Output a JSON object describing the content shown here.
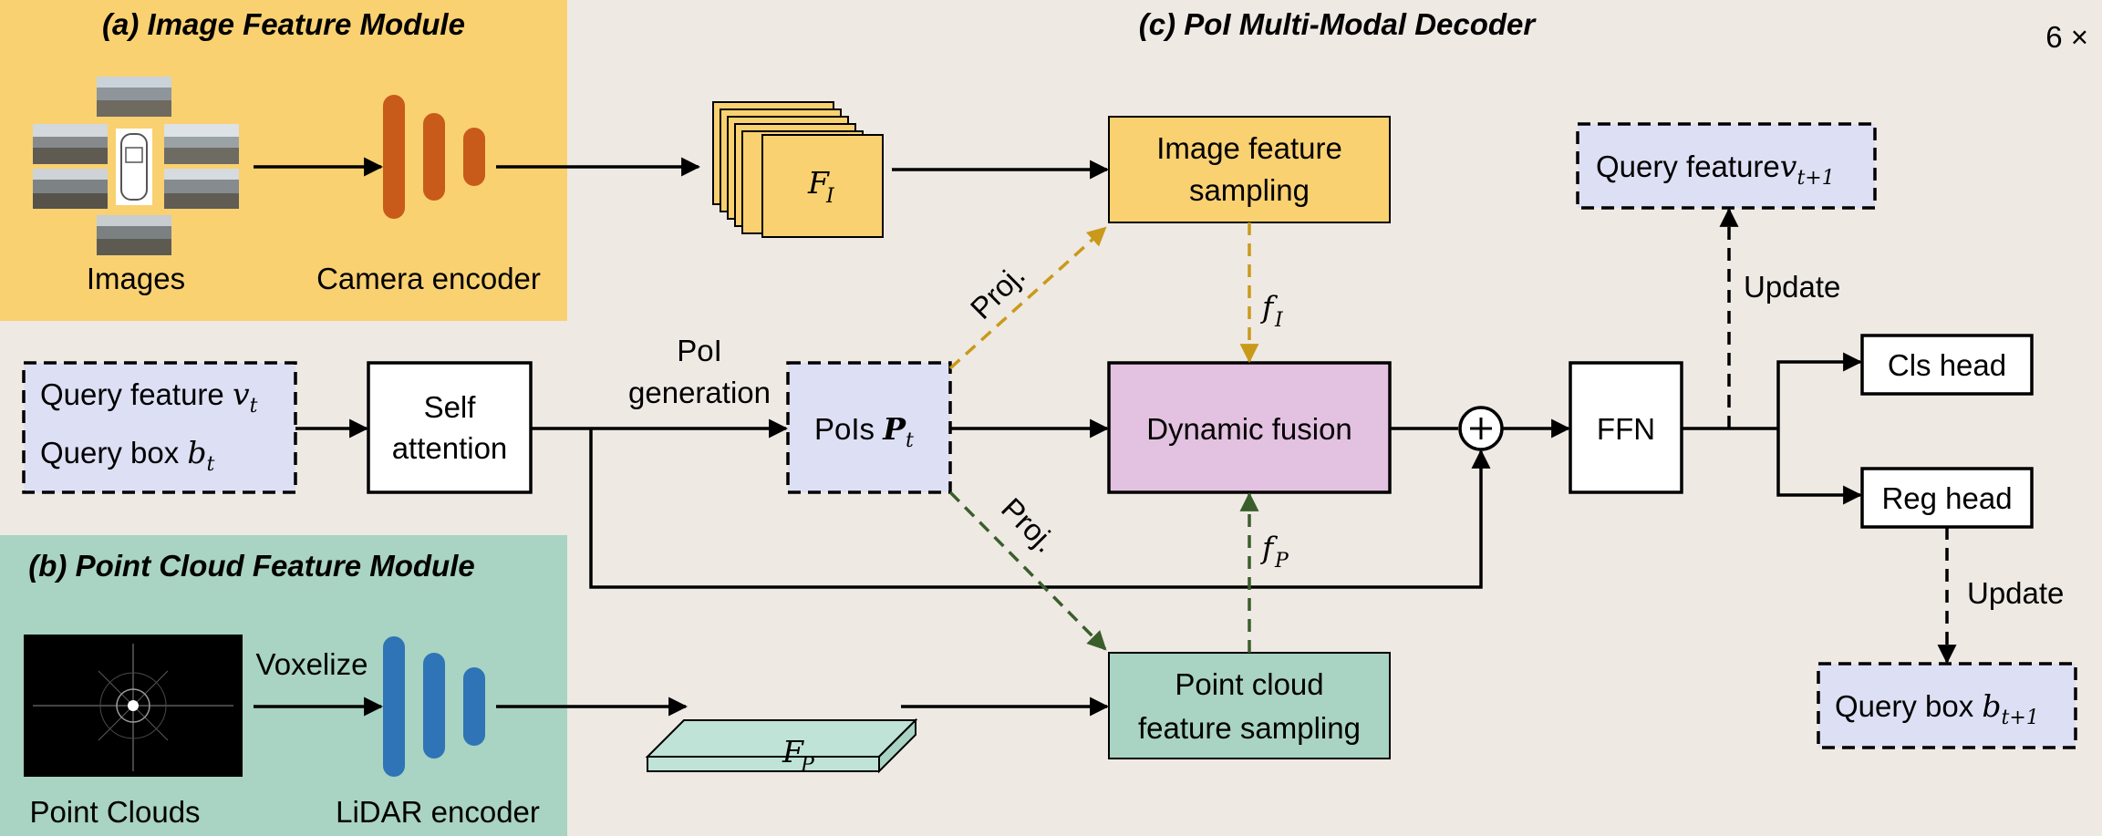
{
  "modules": {
    "image": {
      "title": "(a) Image Feature Module",
      "images_label": "Images",
      "encoder_label": "Camera encoder",
      "bg": "#f9d171",
      "encoder_color": "#c85a1a"
    },
    "pointcloud": {
      "title": "(b) Point Cloud Feature Module",
      "points_label": "Point Clouds",
      "voxelize_label": "Voxelize",
      "encoder_label": "LiDAR encoder",
      "bg": "#a9d3c2",
      "encoder_color": "#2e74b6"
    },
    "decoder": {
      "title": "(c) PoI Multi-Modal Decoder",
      "repeat": "6 ×"
    }
  },
  "features": {
    "image": {
      "symbol": "F",
      "sub": "I"
    },
    "point": {
      "symbol": "F",
      "sub": "P"
    }
  },
  "boxes": {
    "query_in": {
      "line1": "Query feature ",
      "v": "v",
      "v_sub": "t",
      "line2": "Query box  ",
      "b": "b",
      "b_sub": "t"
    },
    "self_attention": {
      "line1": "Self",
      "line2": "attention"
    },
    "pois": {
      "label": "PoIs  ",
      "symbol": "P",
      "sub": "t"
    },
    "image_sampling": {
      "line1": "Image feature",
      "line2": "sampling"
    },
    "point_sampling": {
      "line1": "Point cloud",
      "line2": "feature sampling"
    },
    "dynamic_fusion": {
      "label": "Dynamic fusion"
    },
    "ffn": {
      "label": "FFN"
    },
    "cls_head": {
      "label": "Cls head"
    },
    "reg_head": {
      "label": "Reg head"
    },
    "query_feature_out": {
      "label": "Query feature",
      "v": "v",
      "sub": "t+1"
    },
    "query_box_out": {
      "label": "Query box ",
      "b": "b",
      "sub": "t+1"
    }
  },
  "arrows": {
    "poi_generation": {
      "line1": "PoI",
      "line2": "generation"
    },
    "proj_top": "Proj.",
    "proj_bottom": "Proj.",
    "f_image": {
      "symbol": "f",
      "sub": "I"
    },
    "f_point": {
      "symbol": "f",
      "sub": "P"
    },
    "update_feature": "Update",
    "update_box": "Update"
  },
  "colors": {
    "query_box_fill": "#dde0f4",
    "image_sampling_fill": "#f9d171",
    "point_sampling_fill": "#a9d3c2",
    "dynamic_fusion_fill": "#e3c1e0",
    "image_proj_arrow": "#c99a1a",
    "point_proj_arrow": "#3a5e2a"
  }
}
